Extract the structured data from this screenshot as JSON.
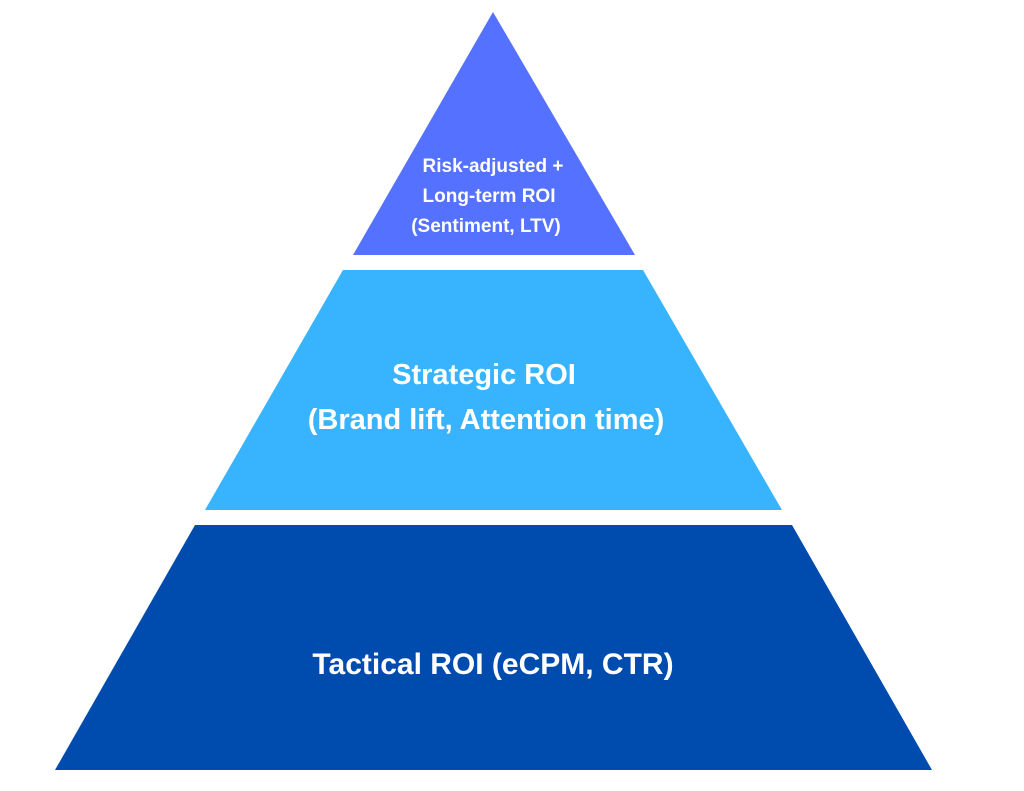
{
  "pyramid": {
    "tiers": [
      {
        "lines": [
          "Risk-adjusted +",
          "Long-term ROI",
          "(Sentiment, LTV)"
        ],
        "color": "#5571FF"
      },
      {
        "lines": [
          "Strategic ROI",
          "(Brand lift, Attention time)"
        ],
        "color": "#38B4FF"
      },
      {
        "lines": [
          "Tactical ROI (eCPM, CTR)"
        ],
        "color": "#004BAE"
      }
    ]
  }
}
